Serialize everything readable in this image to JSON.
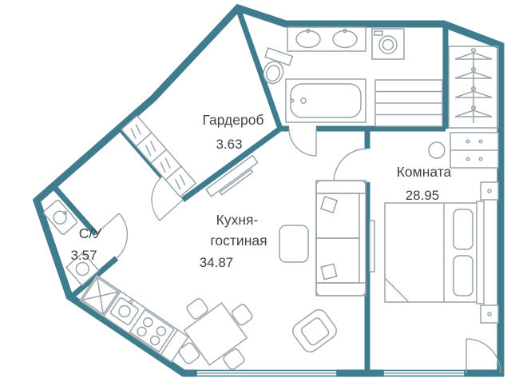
{
  "plan": {
    "colors": {
      "wall": "#3f7d8e",
      "furniture": "#98a3ab",
      "text": "#3e4347",
      "bg": "#ffffff"
    },
    "rooms": [
      {
        "id": "wardrobe",
        "name": "Гардероб",
        "area": "3.63"
      },
      {
        "id": "room",
        "name": "Комната",
        "area": "28.95"
      },
      {
        "id": "kitchen-living",
        "name": "Кухня-гостиная",
        "area": "34.87",
        "name_lines": [
          "Кухня-",
          "гостиная"
        ]
      },
      {
        "id": "bathroom",
        "name": "С/У",
        "area": "3.57"
      }
    ],
    "furniture_icons": [
      "double-sink-icon",
      "washing-machine-icon",
      "bathtub-icon",
      "toilet-icon",
      "shelf-unit-icon",
      "hangers-icon",
      "dresser-icon",
      "stool-icon",
      "bed-icon",
      "nightstand-icon",
      "tv-icon",
      "sofa-icon",
      "coffee-table-icon",
      "armchair-icon",
      "dining-table-icon",
      "wardrobe-cells-icon",
      "kitchen-counter-icon",
      "fridge-icon",
      "kitchen-sink-icon",
      "stove-icon",
      "bathroom-sink-icon"
    ]
  }
}
